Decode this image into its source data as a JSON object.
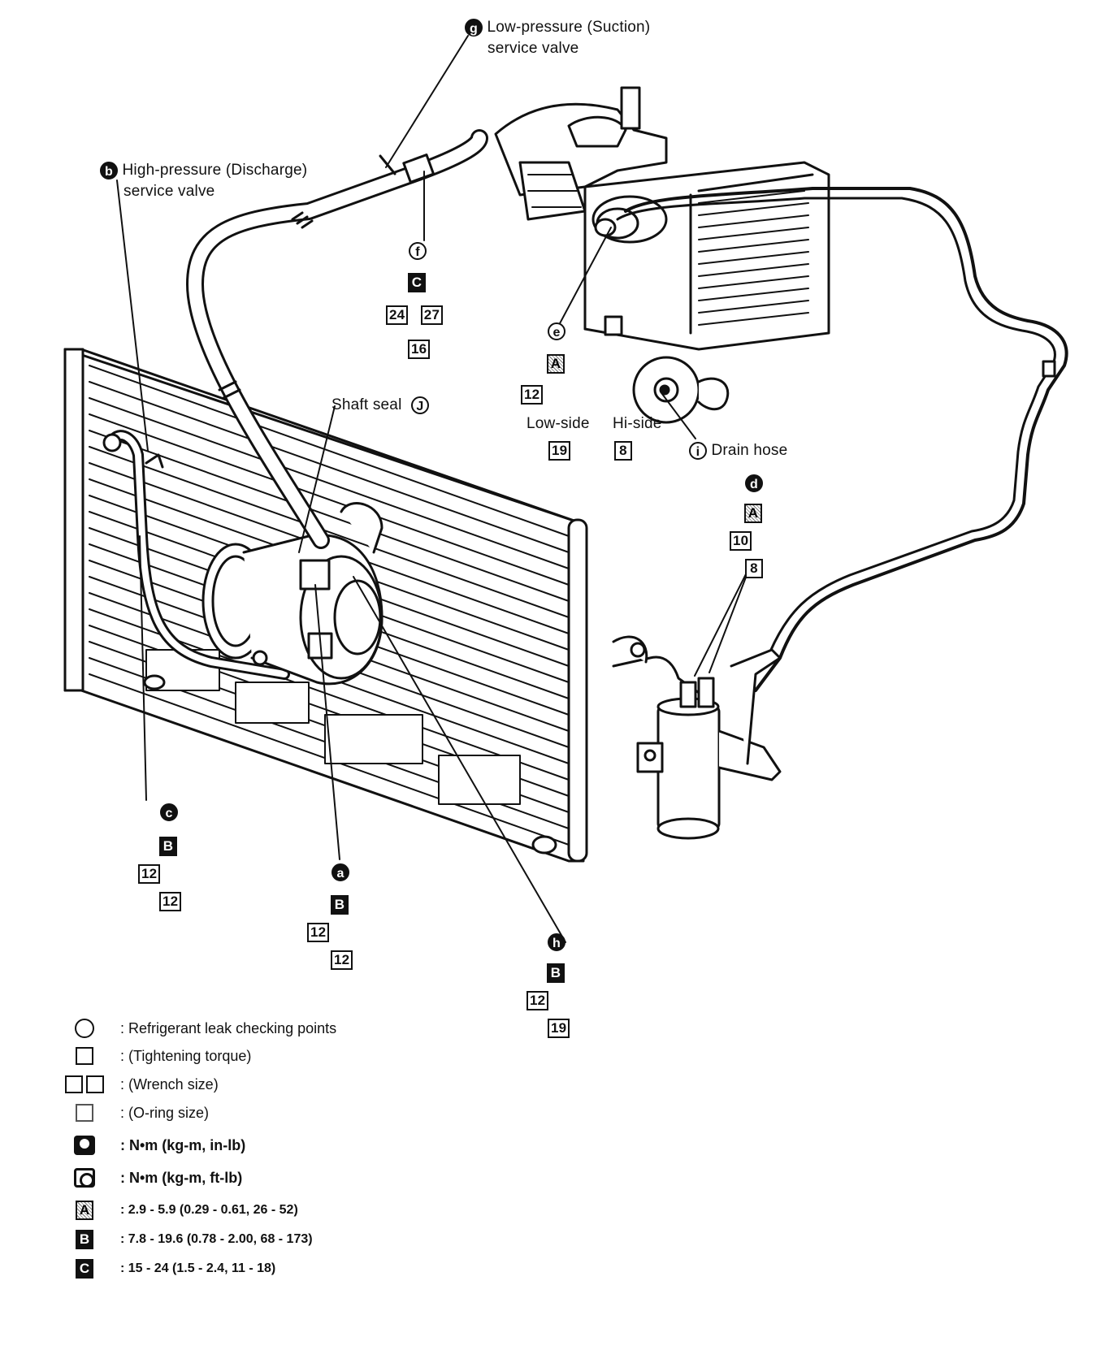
{
  "labels": {
    "g_letter": "g",
    "g_line1": "Low-pressure (Suction)",
    "g_line2": "service valve",
    "b_letter": "b",
    "b_line1": "High-pressure (Discharge)",
    "b_line2": "service valve",
    "f_letter": "f",
    "f_torque": "C",
    "f_wrench1": "24",
    "f_wrench2": "27",
    "f_oring": "16",
    "shaft_seal": "Shaft seal",
    "j_letter": "J",
    "e_letter": "e",
    "e_torque": "A",
    "e_wrench": "12",
    "low_side": "Low-side",
    "hi_side": "Hi-side",
    "low_side_val": "19",
    "hi_side_val": "8",
    "i_letter": "i",
    "drain_hose": "Drain hose",
    "d_letter": "d",
    "d_torque": "A",
    "d_wrench": "10",
    "d_oring": "8",
    "c_letter": "c",
    "c_torque": "B",
    "c_wrench": "12",
    "c_oring": "12",
    "a_letter": "a",
    "a_torque": "B",
    "a_wrench": "12",
    "a_oring": "12",
    "h_letter": "h",
    "h_torque": "B",
    "h_wrench": "12",
    "h_oring": "19"
  },
  "legend": [
    {
      "symbol": "ring-icon",
      "text": ": Refrigerant leak checking points"
    },
    {
      "symbol": "square-icon",
      "text": ": (Tightening torque)"
    },
    {
      "symbol": "double-square-icon",
      "text": ": (Wrench size)"
    },
    {
      "symbol": "square-small-icon",
      "text": ": (O-ring size)"
    },
    {
      "symbol": "wrench-filled-icon",
      "text": ": N•m (kg-m, in-lb)"
    },
    {
      "symbol": "wrench-outline-icon",
      "text": ": N•m (kg-m, ft-lb)"
    },
    {
      "symbol": "A",
      "text": ": 2.9 - 5.9 (0.29 - 0.61, 26 - 52)"
    },
    {
      "symbol": "B",
      "text": ": 7.8 - 19.6 (0.78 - 2.00, 68 - 173)"
    },
    {
      "symbol": "C",
      "text": ": 15 - 24 (1.5 - 2.4, 11 - 18)"
    }
  ]
}
